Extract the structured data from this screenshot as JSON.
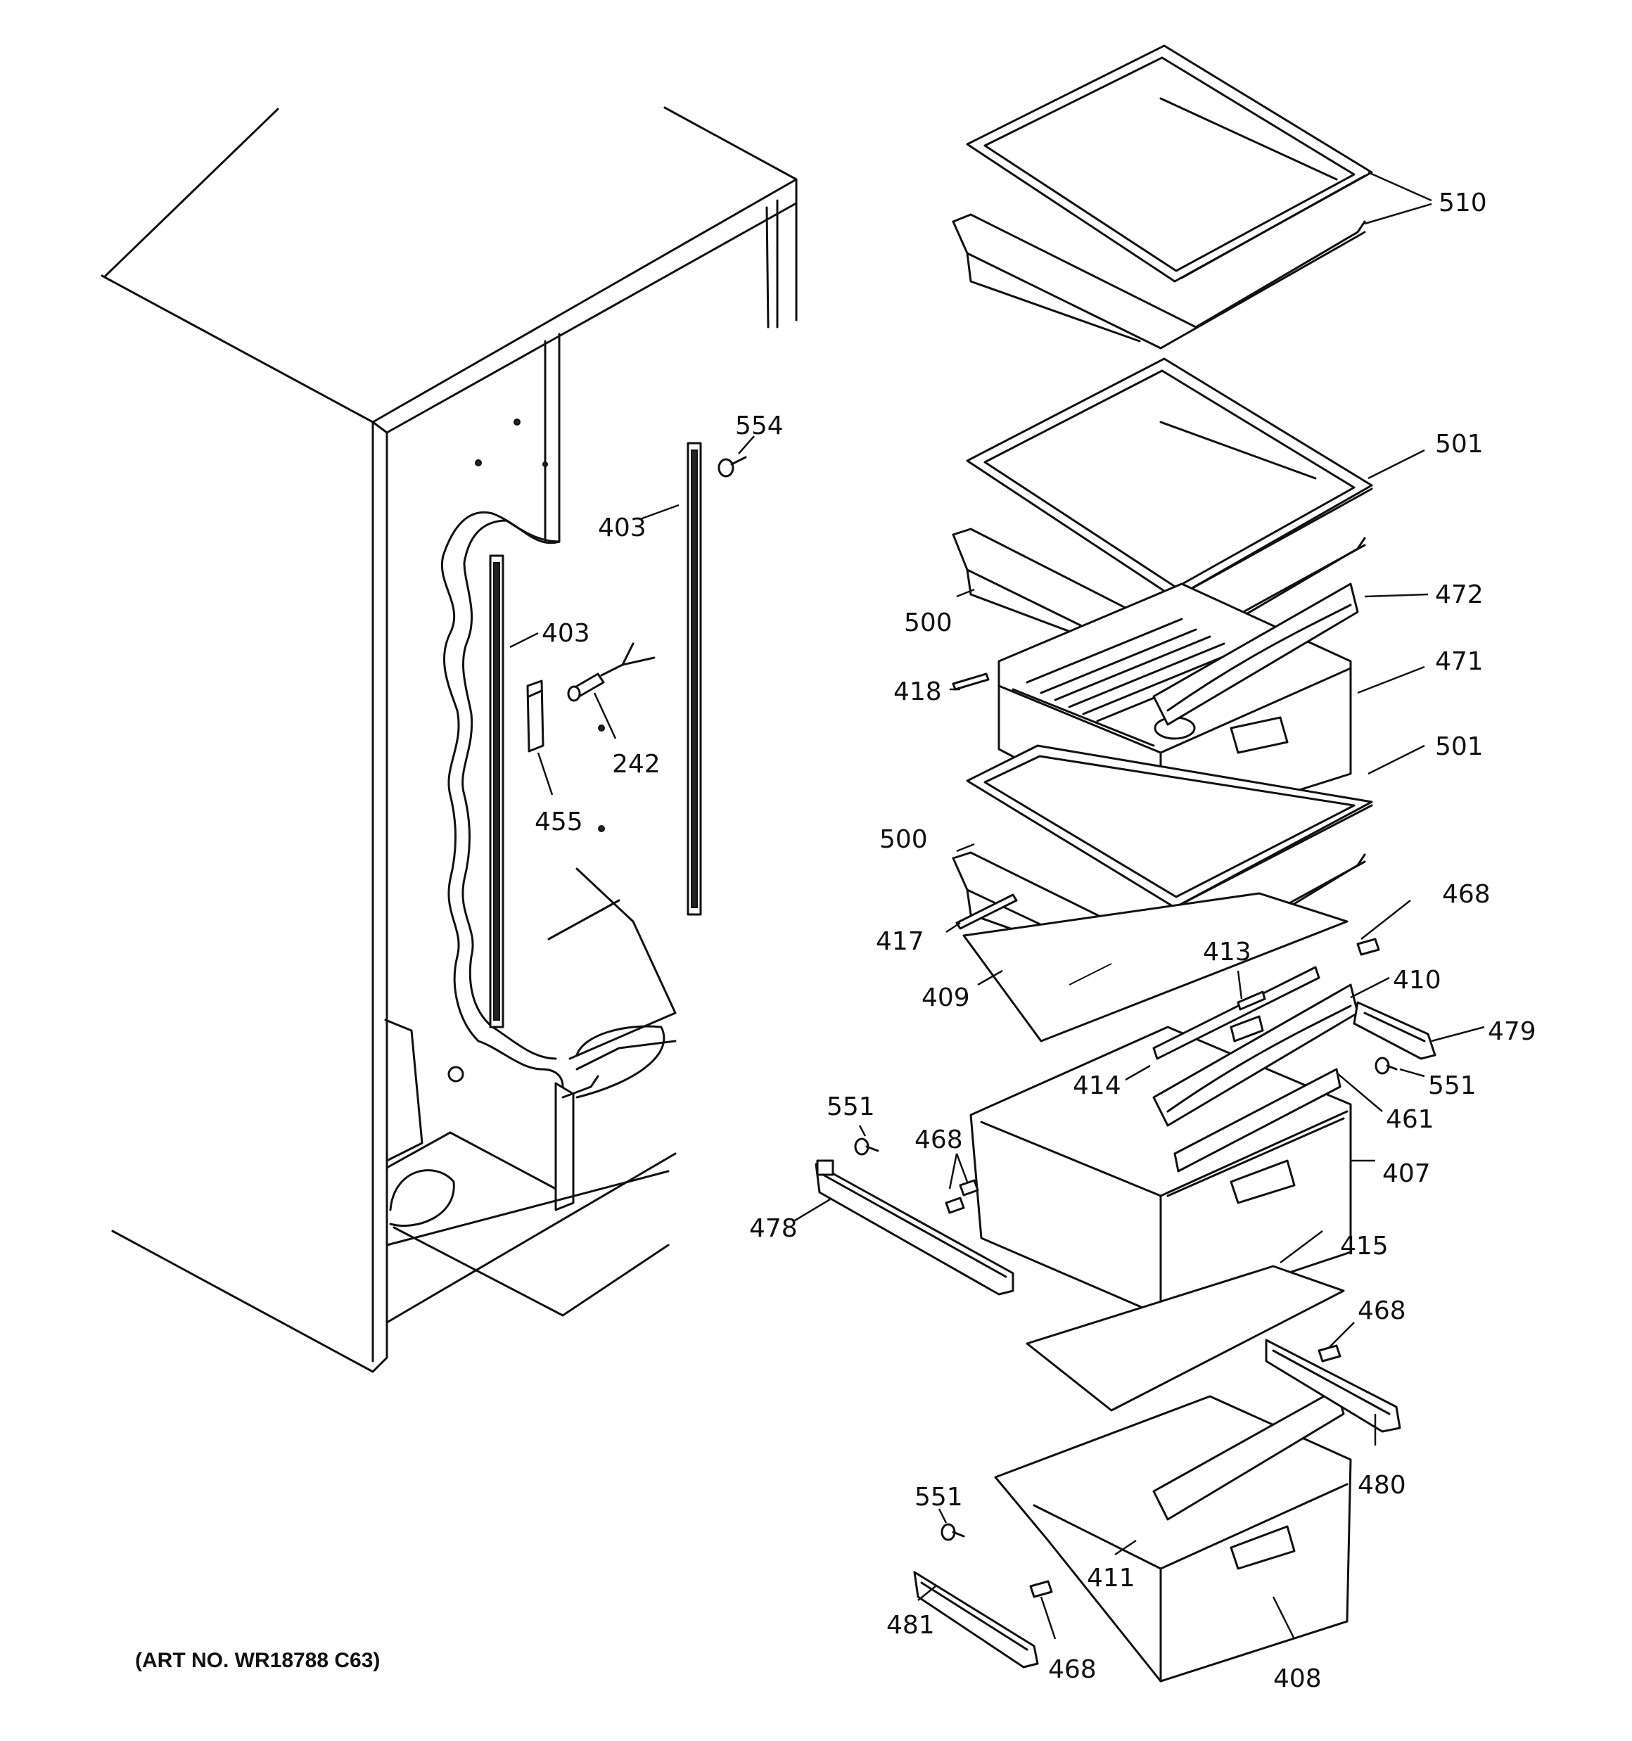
{
  "art_number": "(ART NO. WR18788 C63)",
  "callouts": [
    {
      "id": "c510",
      "text": "510"
    },
    {
      "id": "c554",
      "text": "554"
    },
    {
      "id": "c403a",
      "text": "403"
    },
    {
      "id": "c501a",
      "text": "501"
    },
    {
      "id": "c403b",
      "text": "403"
    },
    {
      "id": "c500a",
      "text": "500"
    },
    {
      "id": "c472",
      "text": "472"
    },
    {
      "id": "c418",
      "text": "418"
    },
    {
      "id": "c471",
      "text": "471"
    },
    {
      "id": "c242",
      "text": "242"
    },
    {
      "id": "c455",
      "text": "455"
    },
    {
      "id": "c501b",
      "text": "501"
    },
    {
      "id": "c500b",
      "text": "500"
    },
    {
      "id": "c468a",
      "text": "468"
    },
    {
      "id": "c417",
      "text": "417"
    },
    {
      "id": "c413",
      "text": "413"
    },
    {
      "id": "c409",
      "text": "409"
    },
    {
      "id": "c410",
      "text": "410"
    },
    {
      "id": "c479",
      "text": "479"
    },
    {
      "id": "c414",
      "text": "414"
    },
    {
      "id": "c551a",
      "text": "551"
    },
    {
      "id": "c551b",
      "text": "551"
    },
    {
      "id": "c461",
      "text": "461"
    },
    {
      "id": "c468b",
      "text": "468"
    },
    {
      "id": "c407",
      "text": "407"
    },
    {
      "id": "c478",
      "text": "478"
    },
    {
      "id": "c415",
      "text": "415"
    },
    {
      "id": "c468c",
      "text": "468"
    },
    {
      "id": "c480",
      "text": "480"
    },
    {
      "id": "c551c",
      "text": "551"
    },
    {
      "id": "c411",
      "text": "411"
    },
    {
      "id": "c481",
      "text": "481"
    },
    {
      "id": "c468d",
      "text": "468"
    },
    {
      "id": "c408",
      "text": "408"
    }
  ]
}
